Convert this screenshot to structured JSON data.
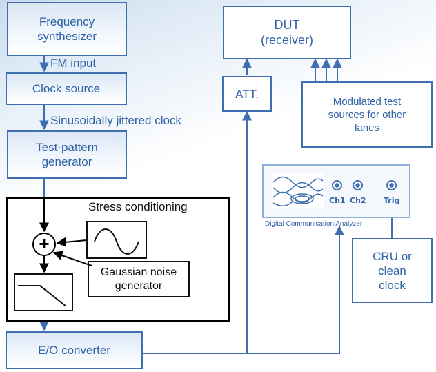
{
  "blocks": {
    "frequency_synthesizer": "Frequency\nsynthesizer",
    "clock_source": "Clock source",
    "test_pattern_generator": "Test-pattern\ngenerator",
    "eo_converter": "E/O converter",
    "dut": "DUT\n(receiver)",
    "att": "ATT.",
    "modulated_sources": "Modulated test\nsources for other\nlanes",
    "cru": "CRU or\nclean\nclock"
  },
  "connections": {
    "fm_input": "FM input",
    "jittered_clock": "Sinusoidally jittered clock"
  },
  "stress": {
    "title": "Stress conditioning",
    "summer_symbol": "+",
    "gaussian_noise": "Gaussian noise\ngenerator"
  },
  "analyzer": {
    "name": "Digital Communication Analyzer",
    "ch1": "Ch1",
    "ch2": "Ch2",
    "trig": "Trig"
  },
  "colors": {
    "line_blue": "#3f6fb0",
    "text_blue": "#2f62a8",
    "stress_black": "#000000"
  }
}
